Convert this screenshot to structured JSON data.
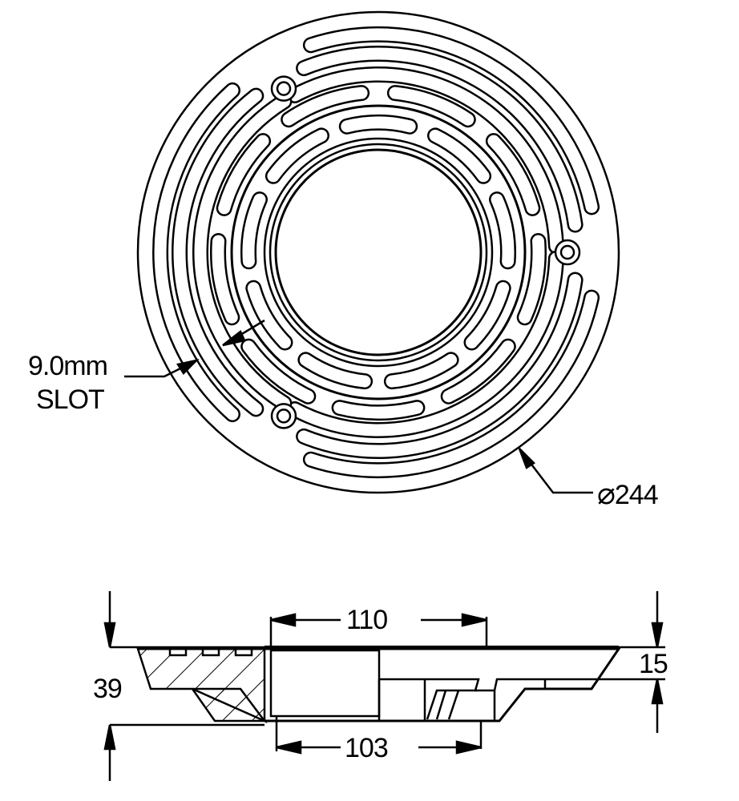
{
  "top_view": {
    "slot_label_line1": "9.0mm",
    "slot_label_line2": "SLOT",
    "diameter_symbol": "⌀",
    "diameter_value": "244"
  },
  "section_view": {
    "top_width": "110",
    "bottom_width": "103",
    "total_height": "39",
    "flange_height": "15"
  },
  "colors": {
    "line": "#000000",
    "background": "#ffffff"
  }
}
